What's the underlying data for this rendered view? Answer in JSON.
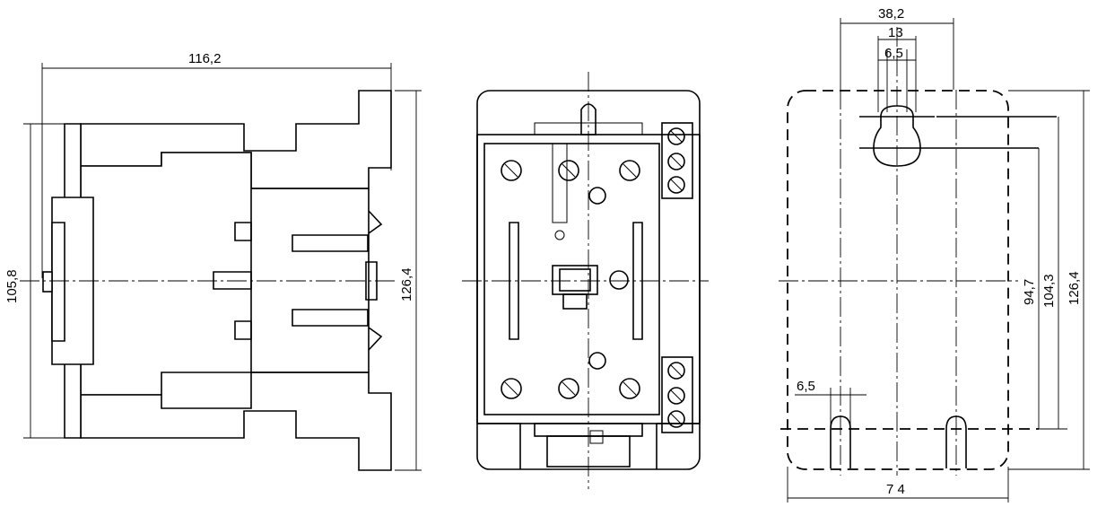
{
  "drawing": {
    "side_view": {
      "width": "116,2",
      "height": "105,8",
      "total_height": "126,4"
    },
    "front_view": {},
    "mounting_view": {
      "top_width": "38,2",
      "slot_width": "13",
      "hole_width": "6,5",
      "bottom_hole_width": "6,5",
      "base_width": "7 4",
      "spacing_1": "94,7",
      "spacing_2": "104,3",
      "total_height": "126,4"
    }
  }
}
